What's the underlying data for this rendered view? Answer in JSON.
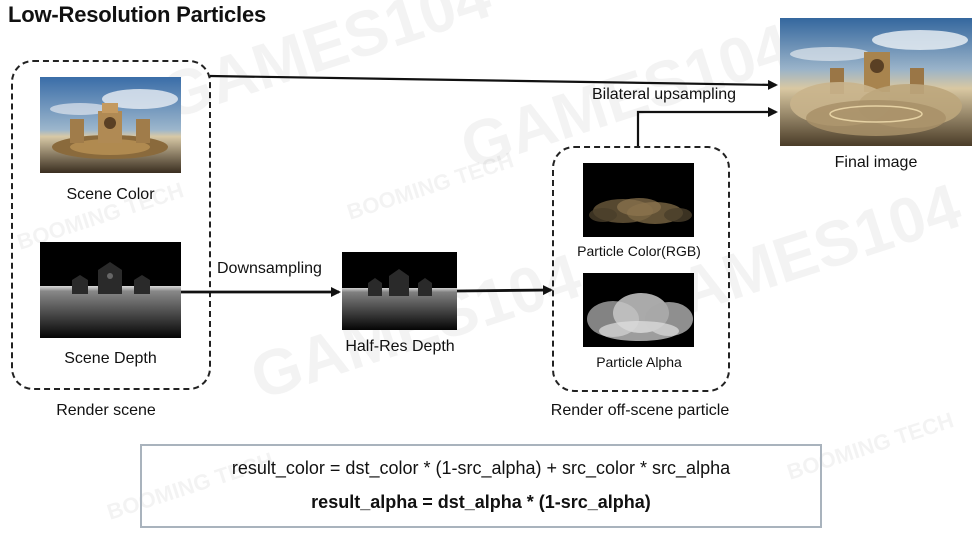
{
  "title": "Low-Resolution Particles",
  "nodes": {
    "scene_color": "Scene Color",
    "scene_depth": "Scene Depth",
    "half_res_depth": "Half-Res Depth",
    "particle_color": "Particle Color(RGB)",
    "particle_alpha": "Particle Alpha",
    "final_image": "Final image"
  },
  "groups": {
    "render_scene": "Render scene",
    "render_particle": "Render off-scene particle"
  },
  "edges": {
    "downsampling": "Downsampling",
    "bilateral": "Bilateral upsampling"
  },
  "formulas": {
    "color": "result_color = dst_color * (1-src_alpha) + src_color * src_alpha",
    "alpha": "result_alpha = dst_alpha * (1-src_alpha)"
  },
  "watermark": {
    "brand": "GAMES104",
    "tech": "BOOMING TECH"
  },
  "colors": {
    "stroke": "#222222",
    "box_border": "#a9b3bd"
  }
}
